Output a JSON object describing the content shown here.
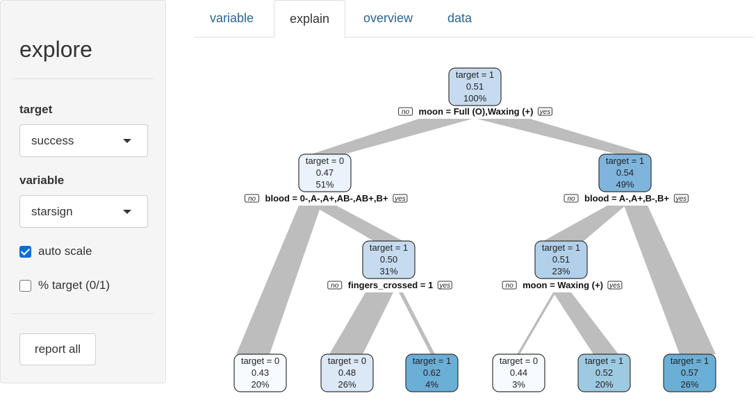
{
  "sidebar": {
    "title": "explore",
    "target_label": "target",
    "target_value": "success",
    "variable_label": "variable",
    "variable_value": "starsign",
    "auto_scale_label": "auto scale",
    "auto_scale_checked": true,
    "pct_target_label": "% target (0/1)",
    "pct_target_checked": false,
    "report_button": "report all"
  },
  "tabs": [
    "variable",
    "explain",
    "overview",
    "data"
  ],
  "active_tab": "explain",
  "tree": {
    "nodes": [
      {
        "id": "n1",
        "label": "target = 1",
        "value": "0.51",
        "pct": "100%",
        "color": "#c6dbef"
      },
      {
        "id": "n2",
        "label": "target = 0",
        "value": "0.47",
        "pct": "51%",
        "color": "#eaf2fb"
      },
      {
        "id": "n3",
        "label": "target = 1",
        "value": "0.54",
        "pct": "49%",
        "color": "#7fb5dc"
      },
      {
        "id": "n4",
        "label": "target = 1",
        "value": "0.50",
        "pct": "31%",
        "color": "#c6dbef"
      },
      {
        "id": "n5",
        "label": "target = 1",
        "value": "0.51",
        "pct": "23%",
        "color": "#b2d0ea"
      },
      {
        "id": "n6",
        "label": "target = 0",
        "value": "0.43",
        "pct": "20%",
        "color": "#f7fbff"
      },
      {
        "id": "n7",
        "label": "target = 0",
        "value": "0.48",
        "pct": "26%",
        "color": "#dbe8f5"
      },
      {
        "id": "n8",
        "label": "target = 1",
        "value": "0.62",
        "pct": "4%",
        "color": "#6baed6"
      },
      {
        "id": "n9",
        "label": "target = 0",
        "value": "0.44",
        "pct": "3%",
        "color": "#f7fbff"
      },
      {
        "id": "n10",
        "label": "target = 1",
        "value": "0.52",
        "pct": "20%",
        "color": "#9ecae1"
      },
      {
        "id": "n11",
        "label": "target = 1",
        "value": "0.57",
        "pct": "26%",
        "color": "#6baed6"
      }
    ],
    "splits": [
      {
        "node": "n1",
        "no": "no",
        "rule": "moon = Full (O),Waxing (+)",
        "yes": "yes"
      },
      {
        "node": "n2",
        "no": "no",
        "rule": "blood = 0-,A-,A+,AB-,AB+,B+",
        "yes": "yes"
      },
      {
        "node": "n3",
        "no": "no",
        "rule": "blood = A-,A+,B-,B+",
        "yes": "yes"
      },
      {
        "node": "n4",
        "no": "no",
        "rule": "fingers_crossed = 1",
        "yes": "yes"
      },
      {
        "node": "n5",
        "no": "no",
        "rule": "moon = Waxing (+)",
        "yes": "yes"
      }
    ]
  }
}
